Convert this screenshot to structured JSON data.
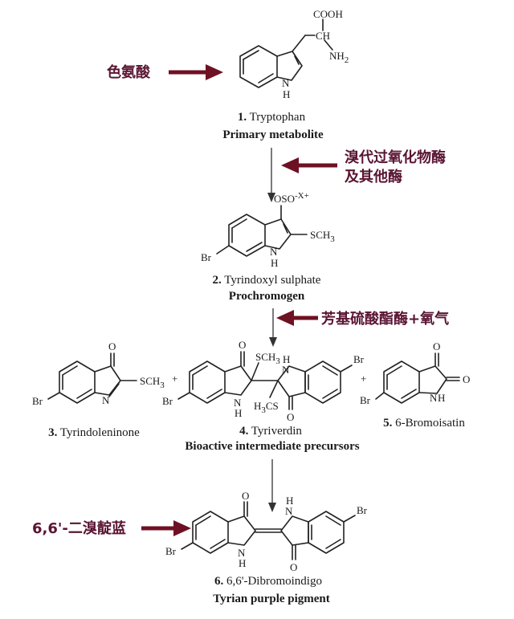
{
  "annotations": {
    "tryptophan_cn": "色氨酸",
    "enzyme_cn_line1": "溴代过氧化物酶",
    "enzyme_cn_line2": "及其他酶",
    "sulfatase_cn": "芳基硫酸酯酶+氧气",
    "dibromoindigo_cn": "6,6'-二溴靛蓝"
  },
  "compounds": {
    "c1": {
      "number": "1.",
      "name": "Tryptophan",
      "role": "Primary metabolite"
    },
    "c2": {
      "number": "2.",
      "name": "Tyrindoxyl sulphate",
      "role": "Prochromogen"
    },
    "c3": {
      "number": "3.",
      "name": "Tyrindoleninone"
    },
    "c4": {
      "number": "4.",
      "name": "Tyriverdin"
    },
    "c5": {
      "number": "5.",
      "name": "6-Bromoisatin"
    },
    "intermediates_role": "Bioactive intermediate precursors",
    "c6": {
      "number": "6.",
      "name": "6,6'-Dibromoindigo",
      "role": "Tyrian purple pigment"
    }
  },
  "atoms": {
    "cooh": "COOH",
    "ch": "CH",
    "nh2": "NH",
    "nh2_sub": "2",
    "h": "H",
    "n": "N",
    "oso": "OSO",
    "oso_sup": "-X+",
    "sch3": "SCH",
    "sch3_sub": "3",
    "br": "Br",
    "o": "O",
    "h3cs_a": "H",
    "h3cs_sub": "3",
    "h3cs_b": "CS",
    "plus": "+"
  },
  "colors": {
    "annotation_text": "#5a1533",
    "annotation_arrow": "#6e1122"
  }
}
